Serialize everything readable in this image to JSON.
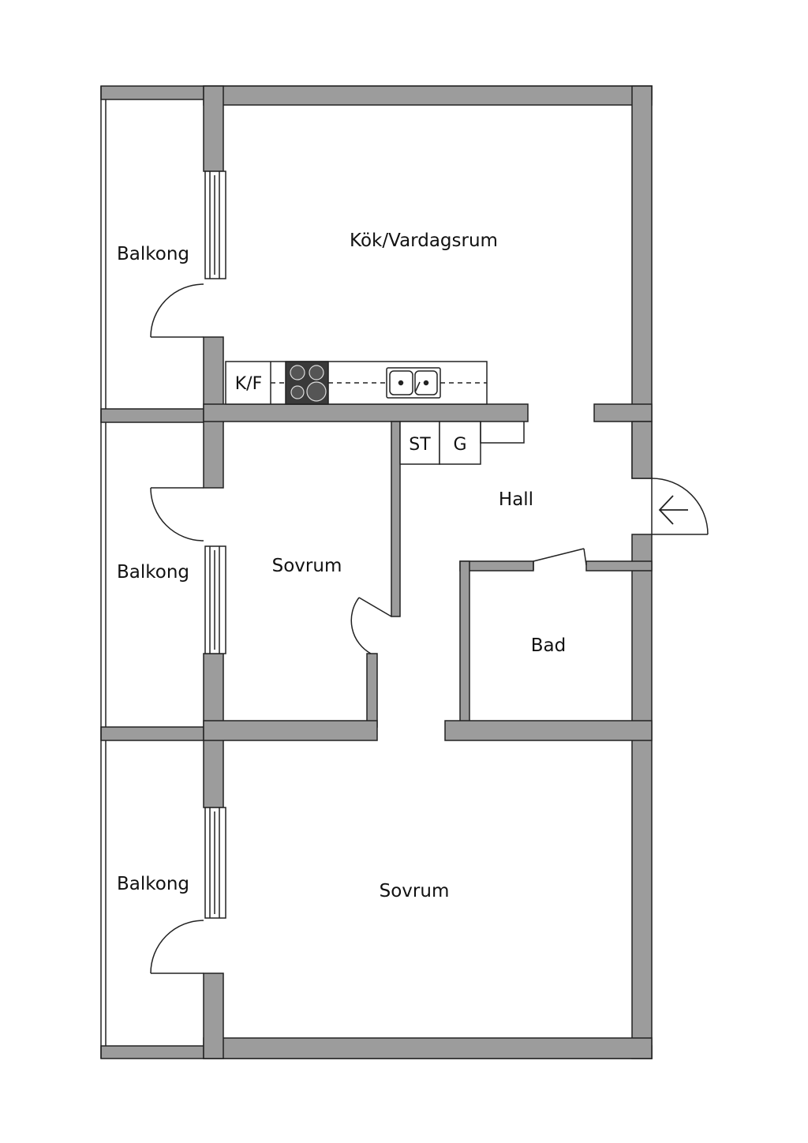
{
  "rooms": {
    "kitchen_living": "Kök/Vardagsrum",
    "balcony_top": "Balkong",
    "balcony_middle": "Balkong",
    "balcony_bottom": "Balkong",
    "bedroom_small": "Sovrum",
    "bedroom_large": "Sovrum",
    "hall": "Hall",
    "bath": "Bad"
  },
  "fixtures": {
    "fridge_freezer": "K/F",
    "closet_st": "ST",
    "closet_g": "G"
  },
  "colors": {
    "wall": "#9c9c9c",
    "line": "#222222",
    "stove": "#3a3a3a",
    "background": "#ffffff"
  },
  "icons": {
    "entrance": "arrow-left-icon"
  }
}
